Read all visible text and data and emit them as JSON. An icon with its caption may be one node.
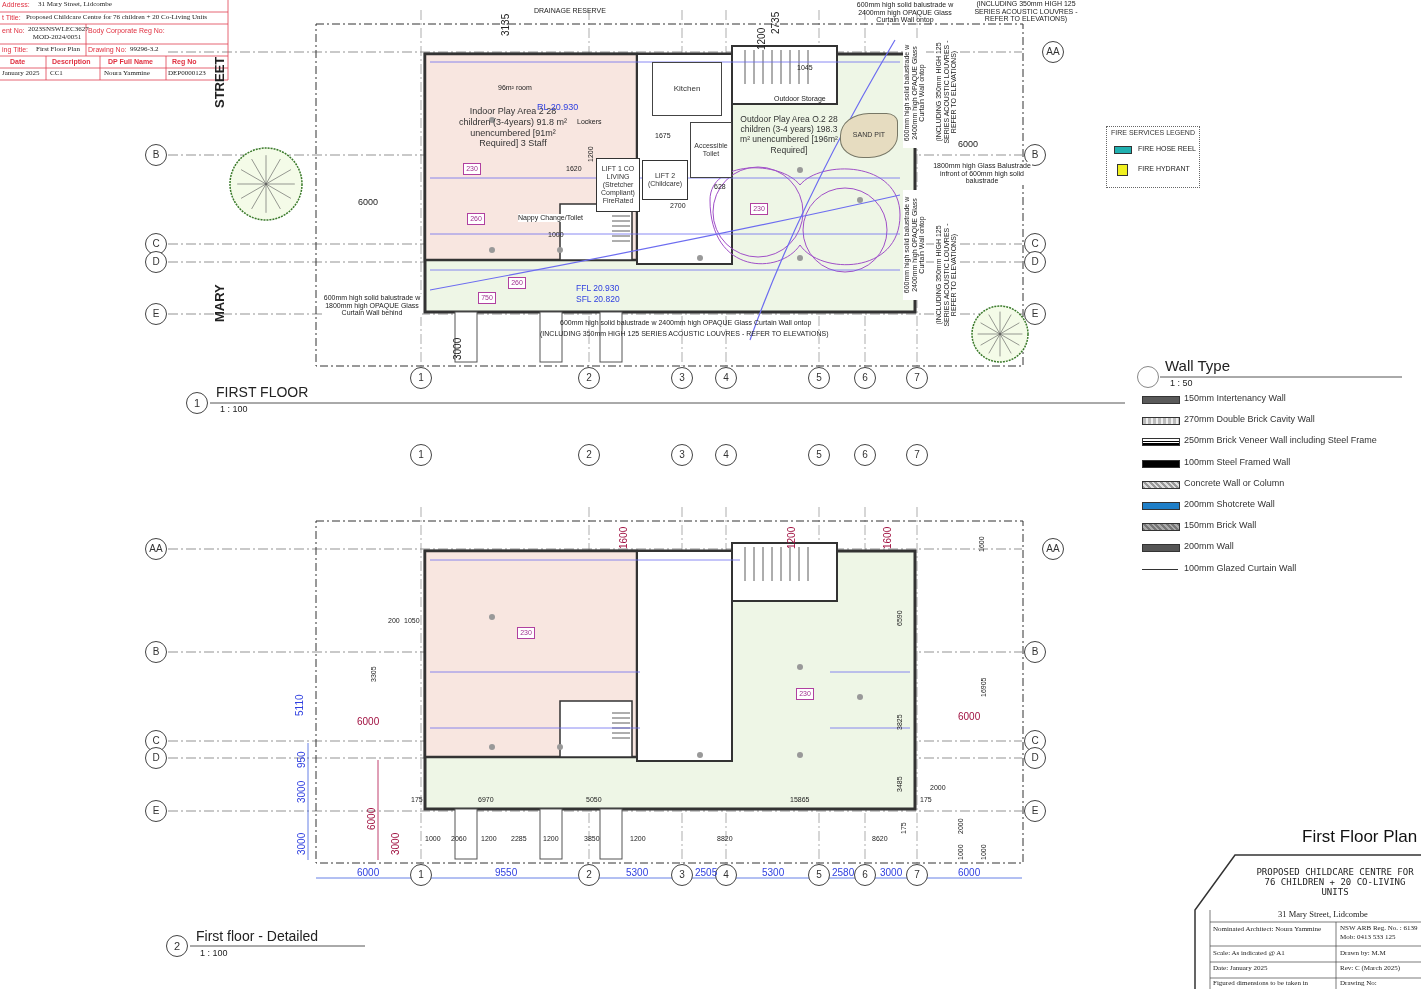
{
  "diagram": {
    "title": "First Floor Plan",
    "nodes": [
      {
        "text": [
          "Indoor Play Area 2 28 children (3-4years) 91.8 m² unencumbered [91m² Required] 3 Staff"
        ]
      },
      {
        "text": [
          "Kitchen"
        ]
      },
      {
        "text": [
          "Accessible Toilet"
        ]
      },
      {
        "text": [
          "LIFT 1 CO LIVING (Stretcher Compliant) FireRated"
        ]
      },
      {
        "text": [
          "LIFT 2 (Childcare)"
        ]
      },
      {
        "text": [
          "Outdoor Play Area O.2 28 children (3-4 years) 198.3 m² unencumbered [196m² Required]"
        ]
      },
      {
        "text": [
          "SAND PIT"
        ],
        "in": 5
      },
      {
        "text": [
          "230"
        ],
        "in": 0
      },
      {
        "text": [
          "260"
        ],
        "in": 0
      },
      {
        "text": [
          "750"
        ]
      },
      {
        "text": [
          "260"
        ]
      },
      {
        "text": [
          "230"
        ],
        "in": 5
      },
      {
        "text": [
          "230"
        ]
      },
      {
        "text": [
          "230"
        ]
      },
      {
        "text": [
          "1"
        ]
      },
      {
        "text": [
          "2"
        ]
      },
      {
        "text": [
          "3"
        ]
      },
      {
        "text": [
          "4"
        ]
      },
      {
        "text": [
          "5"
        ]
      },
      {
        "text": [
          "6"
        ]
      },
      {
        "text": [
          "7"
        ]
      },
      {
        "text": [
          "B"
        ]
      },
      {
        "text": [
          "C"
        ]
      },
      {
        "text": [
          "D"
        ]
      },
      {
        "text": [
          "E"
        ]
      },
      {
        "text": [
          "AA"
        ]
      },
      {
        "text": [
          "B"
        ]
      },
      {
        "text": [
          "C"
        ]
      },
      {
        "text": [
          "D"
        ]
      },
      {
        "text": [
          "E"
        ]
      },
      {
        "text": [
          "1"
        ]
      },
      {
        "text": [
          "2"
        ]
      },
      {
        "text": [
          "3"
        ]
      },
      {
        "text": [
          "4"
        ]
      },
      {
        "text": [
          "5"
        ]
      },
      {
        "text": [
          "6"
        ]
      },
      {
        "text": [
          "7"
        ]
      },
      {
        "text": [
          "1"
        ]
      },
      {
        "text": [
          "2"
        ]
      },
      {
        "text": [
          "3"
        ]
      },
      {
        "text": [
          "4"
        ]
      },
      {
        "text": [
          "5"
        ]
      },
      {
        "text": [
          "6"
        ]
      },
      {
        "text": [
          "7"
        ]
      },
      {
        "text": [
          "AA"
        ]
      },
      {
        "text": [
          "B"
        ]
      },
      {
        "text": [
          "C"
        ]
      },
      {
        "text": [
          "D"
        ]
      },
      {
        "text": [
          "E"
        ]
      },
      {
        "text": [
          "AA"
        ]
      },
      {
        "text": [
          "B"
        ]
      },
      {
        "text": [
          "C"
        ]
      },
      {
        "text": [
          "D"
        ]
      },
      {
        "text": [
          "E"
        ]
      },
      {
        "text": [
          "1"
        ]
      },
      {
        "text": [
          "2"
        ]
      },
      {
        "text": [],
        "shape": "circle"
      },
      {
        "text": [
          "FIRE SERVICES LEGEND"
        ]
      }
    ],
    "labels": [
      "Address:",
      "31 Mary Street, Lidcombe",
      "t Title:",
      "Proposed Childcare Centre for 76 children + 20 Co-Living Units",
      "ent No:",
      "2023SNSWLEC3627 MOD-2024/0051",
      "Body Corporate Reg No:",
      "ing Title:",
      "First Floor Plan",
      "Drawing No:",
      "99296-3.2",
      "Date",
      "Description",
      "DP Full Name",
      "Reg No",
      "January 2025",
      "CC1",
      "Noura Yammine",
      "DEP0000123",
      "DRAINAGE RESERVE",
      "3135",
      "2735",
      "1200",
      "600mm high solid balustrade w 2400mm high OPAQUE Glass Curtain Wall ontop",
      "(INCLUDING 350mm HIGH 125 SERIES ACOUSTIC LOUVRES - REFER TO ELEVATIONS)",
      "STREET",
      "96m² room",
      "RL 20.930",
      "1045",
      "Lockers",
      "1620",
      "1200",
      "1675",
      "628",
      "2700",
      "Outdoor Storage",
      "600mm high solid balustrade w 2400mm high OPAQUE Glass Curtain Wall ontop",
      "(INCLUDING 350mm HIGH 125 SERIES ACOUSTIC LOUVRES - REFER TO ELEVATIONS)",
      "6000",
      "1800mm high Glass Balustrade infront of 600mm high solid balustrade",
      "6000",
      "Nappy Change/Toilet",
      "1000",
      "600mm high solid balustrade w 2400mm high OPAQUE Glass Curtain Wall ontop",
      "(INCLUDING 350mm HIGH 125 SERIES ACOUSTIC LOUVRES - REFER TO ELEVATIONS)",
      "MARY",
      "600mm high solid balustrade w 1800mm high OPAQUE Glass Curtain Wall behind",
      "FFL 20.930",
      "SFL 20.820",
      "600mm high solid balustrade w 2400mm high OPAQUE Glass Curtain Wall ontop",
      "(INCLUDING 350mm HIGH 125 SERIES ACOUSTIC LOUVRES - REFER TO ELEVATIONS)",
      "3000",
      "FIRST FLOOR",
      "1 : 100",
      "FIRE HOSE REEL",
      "FIRE HYDRANT",
      "1600",
      "1200",
      "1600",
      "1600",
      "200",
      "1050",
      "3305",
      "6590",
      "5110",
      "6000",
      "6000",
      "3825",
      "16905",
      "950",
      "3485",
      "3000",
      "6000",
      "175",
      "6970",
      "5050",
      "15865",
      "175",
      "2000",
      "175",
      "3000",
      "3000",
      "1000",
      "2060",
      "1200",
      "2285",
      "1200",
      "3850",
      "1200",
      "8820",
      "8620",
      "2000",
      "1000",
      "1000",
      "6000",
      "9550",
      "5300",
      "2505",
      "5300",
      "2580",
      "3000",
      "6000",
      "First floor - Detailed",
      "1 : 100",
      "Wall Type",
      "1 : 50",
      "PROPOSED CHILDCARE CENTRE FOR 76 CHILDREN + 20 CO-LIVING UNITS",
      "31 Mary Street, Lidcombe",
      "Nominated Architect: Noura Yammine",
      "NSW ARB Reg. No. : 6139",
      "Mob: 0413 533 125",
      "Scale: As indicated @ A1",
      "Drawn by: M.M",
      "Date: January 2025",
      "Rev: C (March 2025)",
      "Figured dimensions to be taken in",
      "Drawing No:"
    ],
    "legend": [
      {
        "text": "150mm Intertenancy Wall",
        "color": "#5a5a5a"
      },
      {
        "text": "270mm Double Brick Cavity Wall"
      },
      {
        "text": "250mm Brick Veneer Wall including Steel Frame"
      },
      {
        "text": "100mm Steel Framed Wall",
        "color": "#000000"
      },
      {
        "text": "Concrete Wall or Column"
      },
      {
        "text": "200mm Shotcrete Wall",
        "color": "#1f7fc8"
      },
      {
        "text": "150mm Brick Wall"
      },
      {
        "text": "200mm Wall",
        "color": "#555555"
      },
      {
        "text": "100mm Glazed Curtain Wall"
      }
    ]
  }
}
